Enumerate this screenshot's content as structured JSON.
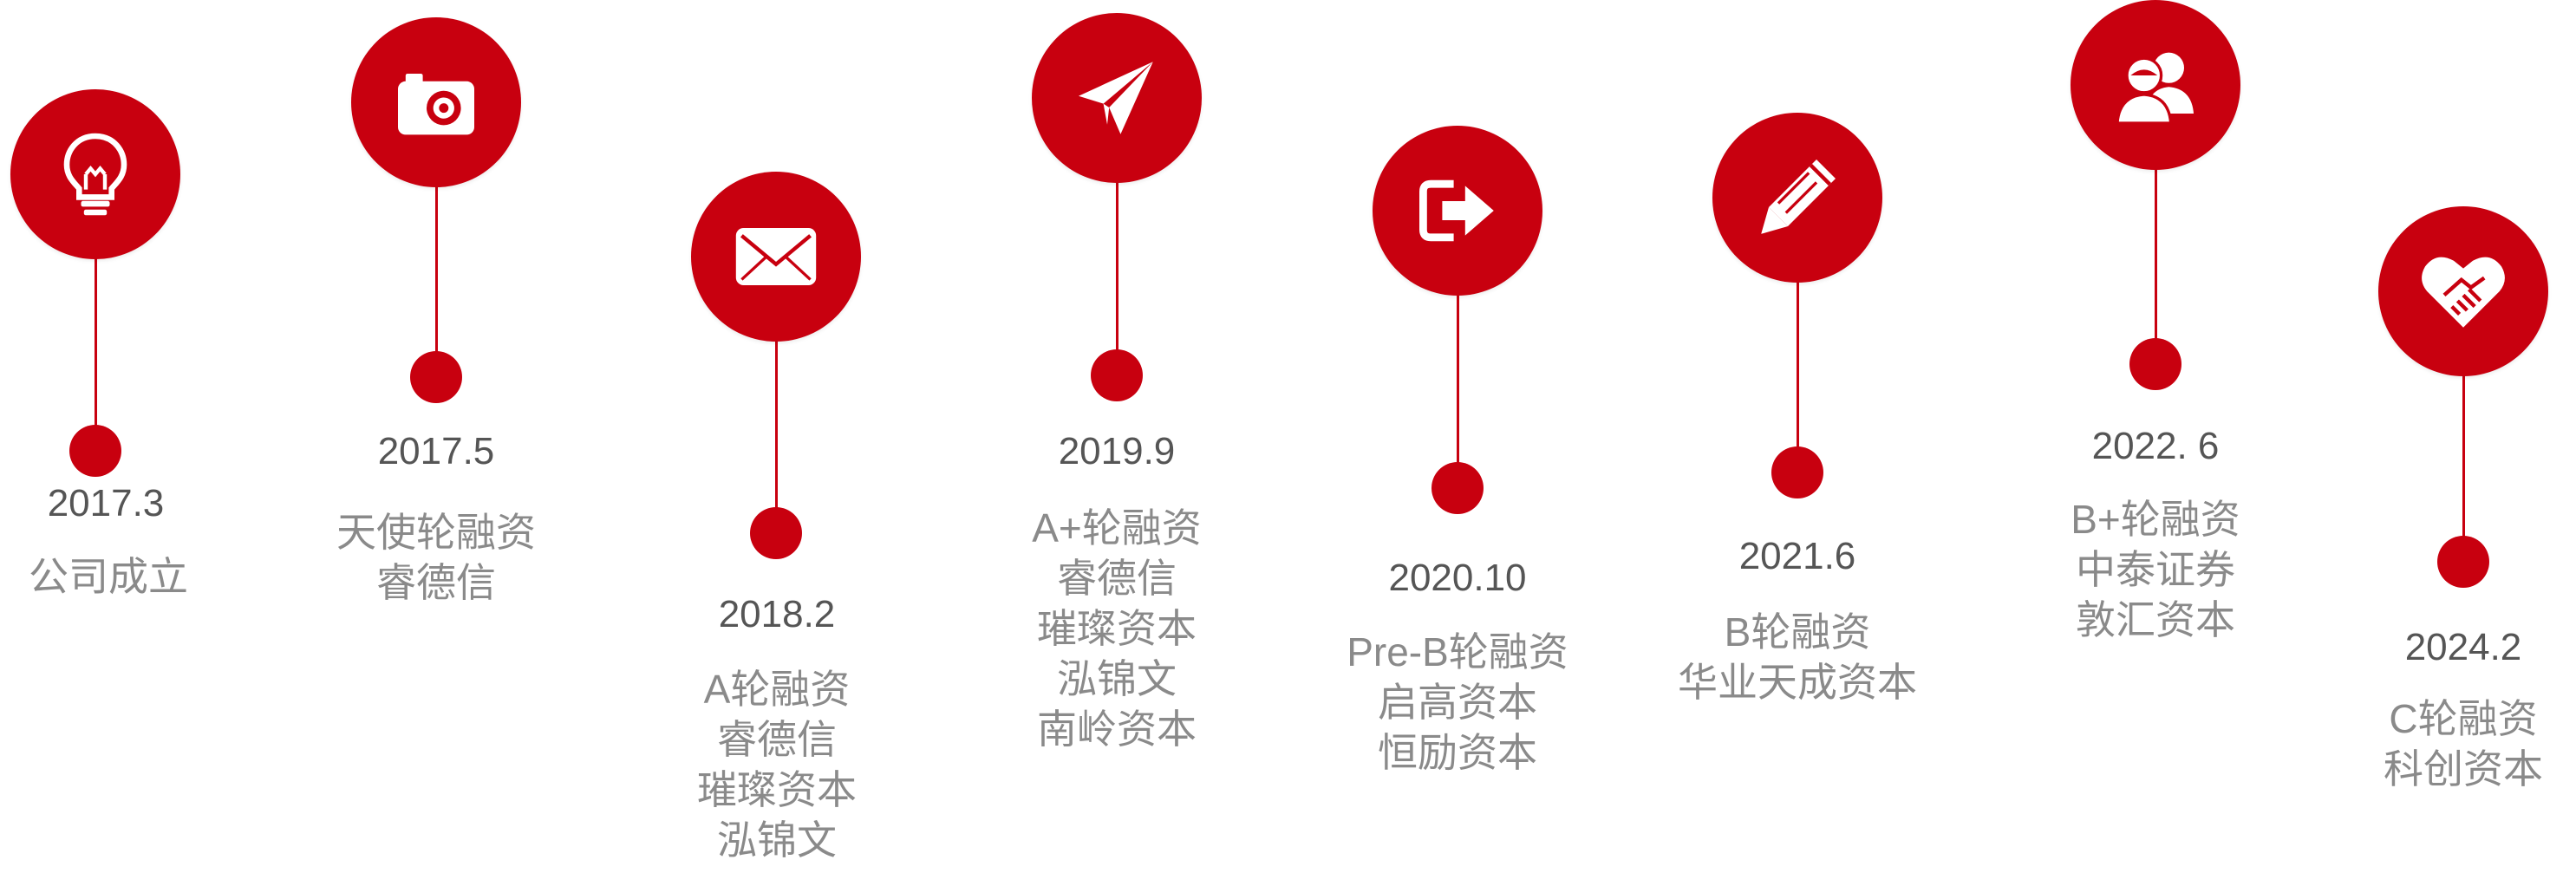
{
  "colors": {
    "accent": "#c8000f",
    "date_text": "#555555",
    "desc_text": "#8a8a8a"
  },
  "events": [
    {
      "icon": "lightbulb-icon",
      "date": "2017.3",
      "lines": [
        "公司成立"
      ]
    },
    {
      "icon": "camera-icon",
      "date": "2017.5",
      "lines": [
        "天使轮融资",
        "睿德信"
      ]
    },
    {
      "icon": "envelope-icon",
      "date": "2018.2",
      "lines": [
        "A轮融资",
        "睿德信",
        "璀璨资本",
        "泓锦文"
      ]
    },
    {
      "icon": "paper-plane-icon",
      "date": "2019.9",
      "lines": [
        "A+轮融资",
        "睿德信",
        "璀璨资本",
        "泓锦文",
        "南岭资本"
      ]
    },
    {
      "icon": "arrow-right-box-icon",
      "date": "2020.10",
      "lines": [
        "Pre-B轮融资",
        "启高资本",
        "恒励资本"
      ]
    },
    {
      "icon": "pencil-icon",
      "date": "2021.6",
      "lines": [
        "B轮融资",
        "华业天成资本"
      ]
    },
    {
      "icon": "users-icon",
      "date": "2022. 6",
      "lines": [
        "B+轮融资",
        "中泰证券",
        "敦汇资本"
      ]
    },
    {
      "icon": "heart-handshake-icon",
      "date": "2024.2",
      "lines": [
        "C轮融资",
        "科创资本"
      ]
    }
  ]
}
